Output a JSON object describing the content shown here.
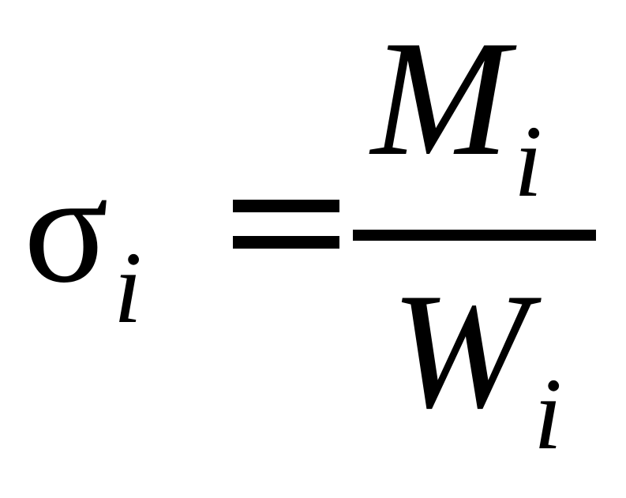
{
  "formula": {
    "lhs": "σ",
    "lhs_sub": "i",
    "equals": "=",
    "numerator": "M",
    "numerator_sub": "i",
    "denominator": "W",
    "denominator_sub": "i"
  }
}
